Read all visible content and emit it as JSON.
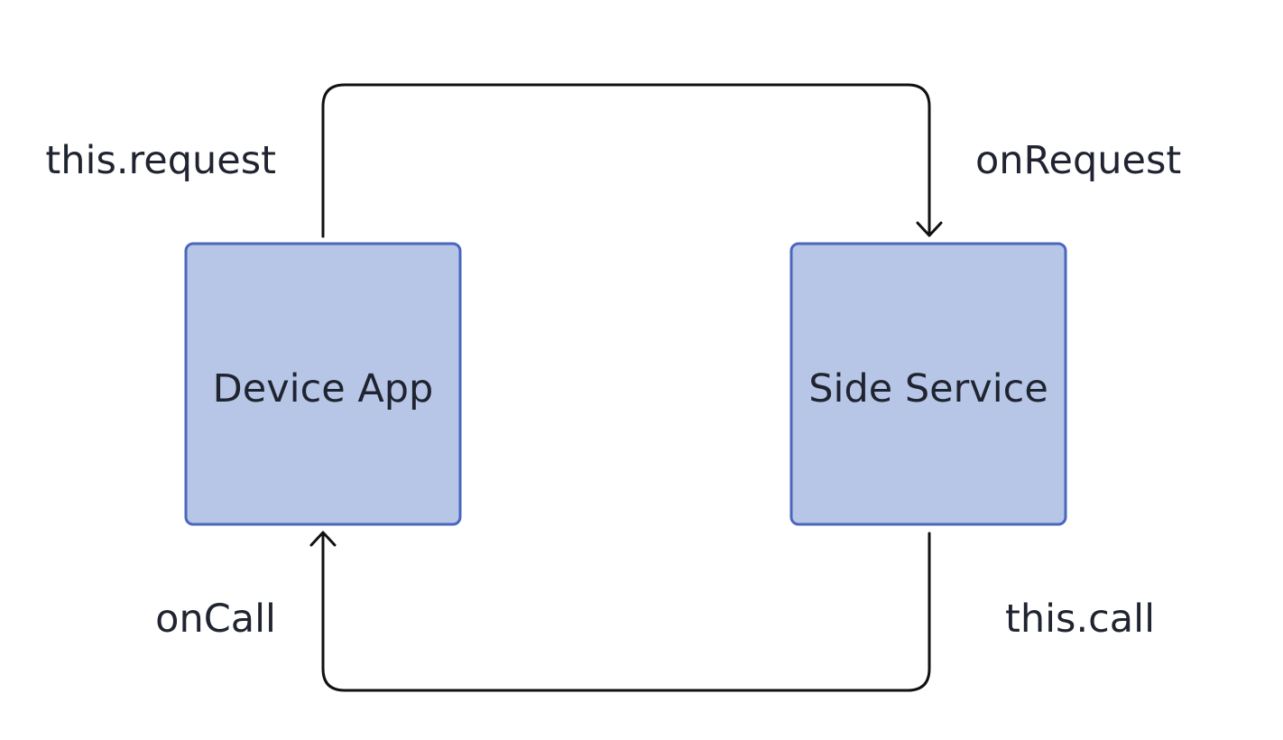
{
  "colors": {
    "node_fill": "#b7c6e7",
    "node_stroke": "#4a67bd",
    "connector": "#111111",
    "text": "#1f2430",
    "background": "#ffffff"
  },
  "nodes": {
    "device_app": {
      "label": "Device App"
    },
    "side_service": {
      "label": "Side Service"
    }
  },
  "edges": {
    "request": {
      "from": "device_app",
      "to": "side_service",
      "source_label": "this.request",
      "target_label": "onRequest"
    },
    "call": {
      "from": "side_service",
      "to": "device_app",
      "source_label": "this.call",
      "target_label": "onCall"
    }
  }
}
